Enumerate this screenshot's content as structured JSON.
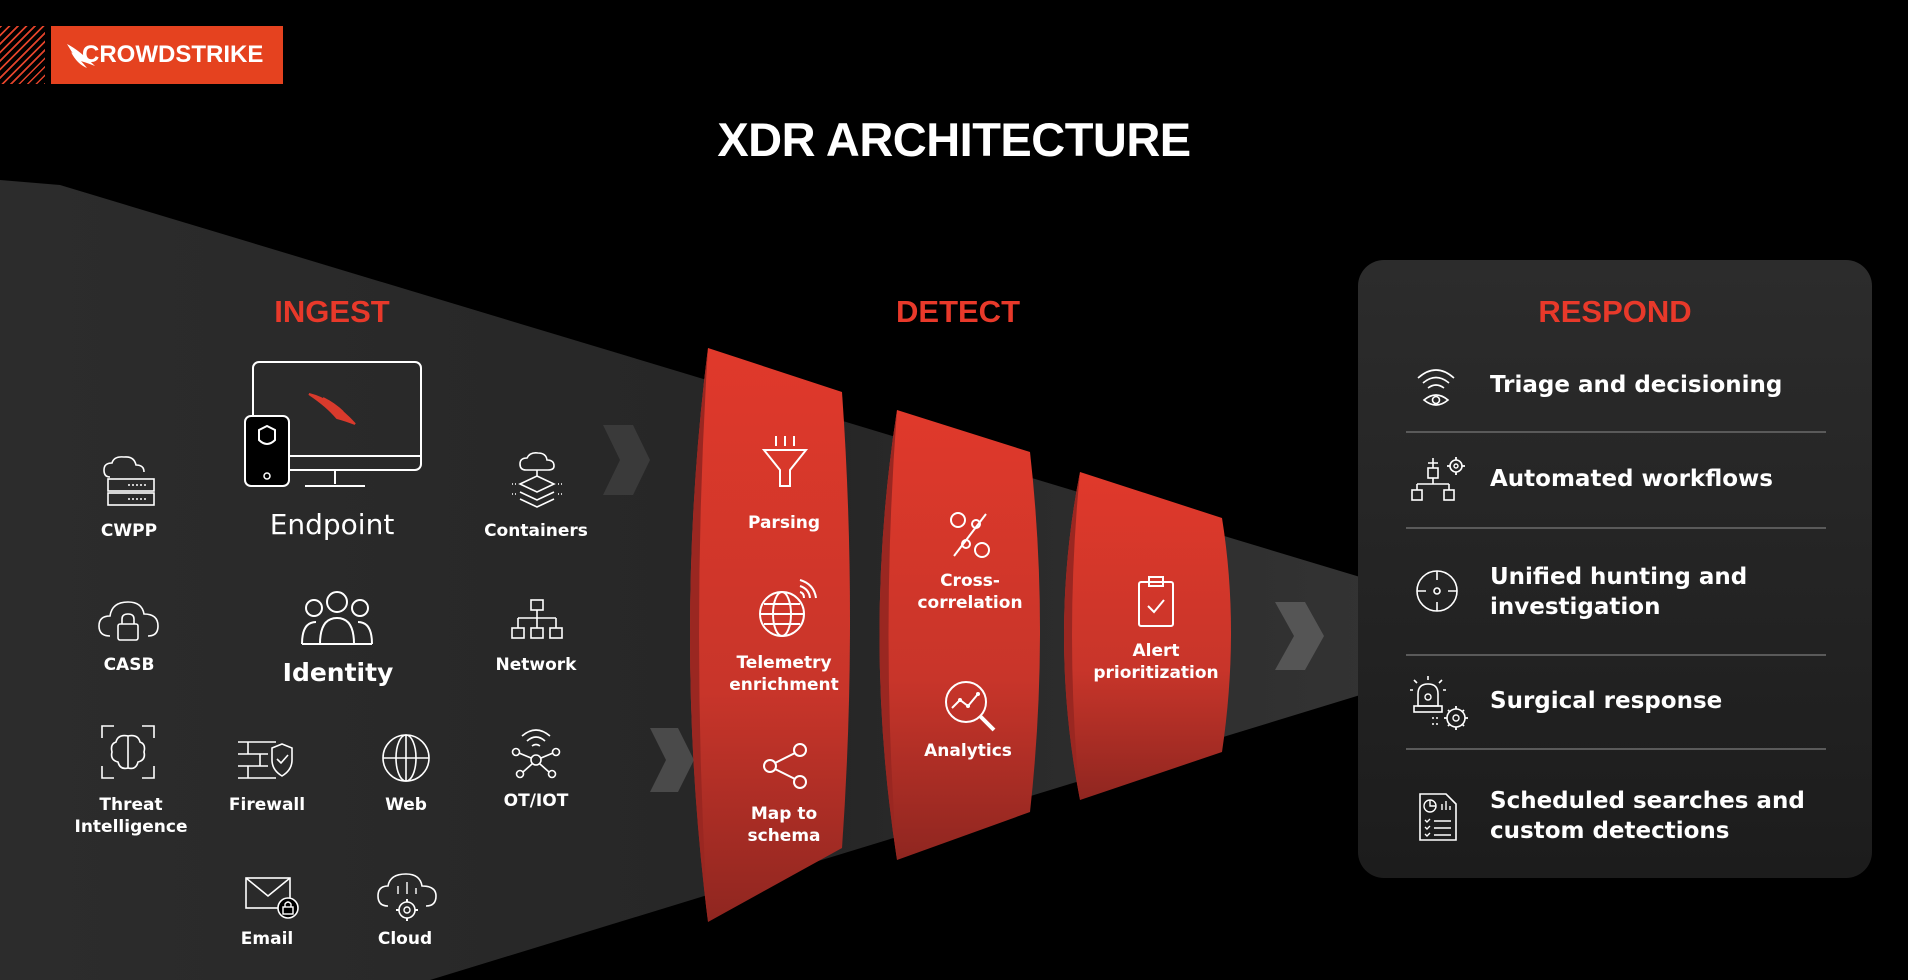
{
  "logo": {
    "text": "CROWDSTRIKE"
  },
  "title": "XDR ARCHITECTURE",
  "ingest": {
    "title": "INGEST",
    "items": {
      "cwpp": "CWPP",
      "endpoint": "Endpoint",
      "containers": "Containers",
      "casb": "CASB",
      "identity": "Identity",
      "network": "Network",
      "threat_intel": "Threat\nIntelligence",
      "firewall": "Firewall",
      "web": "Web",
      "ot_iot": "OT/IOT",
      "email": "Email",
      "cloud": "Cloud"
    }
  },
  "detect": {
    "title": "DETECT",
    "stages": {
      "parsing": "Parsing",
      "telemetry": "Telemetry\nenrichment",
      "map_schema": "Map to\nschema",
      "cross_corr": "Cross-\ncorrelation",
      "analytics": "Analytics",
      "alert_prior": "Alert\nprioritization"
    }
  },
  "respond": {
    "title": "RESPOND",
    "items": [
      {
        "label": "Triage and decisioning",
        "icon": "eye-signal-icon"
      },
      {
        "label": "Automated workflows",
        "icon": "workflow-gear-icon"
      },
      {
        "label": "Unified hunting and\ninvestigation",
        "icon": "crosshair-icon"
      },
      {
        "label": "Surgical response",
        "icon": "alarm-gear-icon"
      },
      {
        "label": "Scheduled searches and\ncustom detections",
        "icon": "report-checklist-icon"
      }
    ]
  },
  "colors": {
    "accent": "#e8392a",
    "funnel": "#d63a2c",
    "panel": "#262626"
  }
}
